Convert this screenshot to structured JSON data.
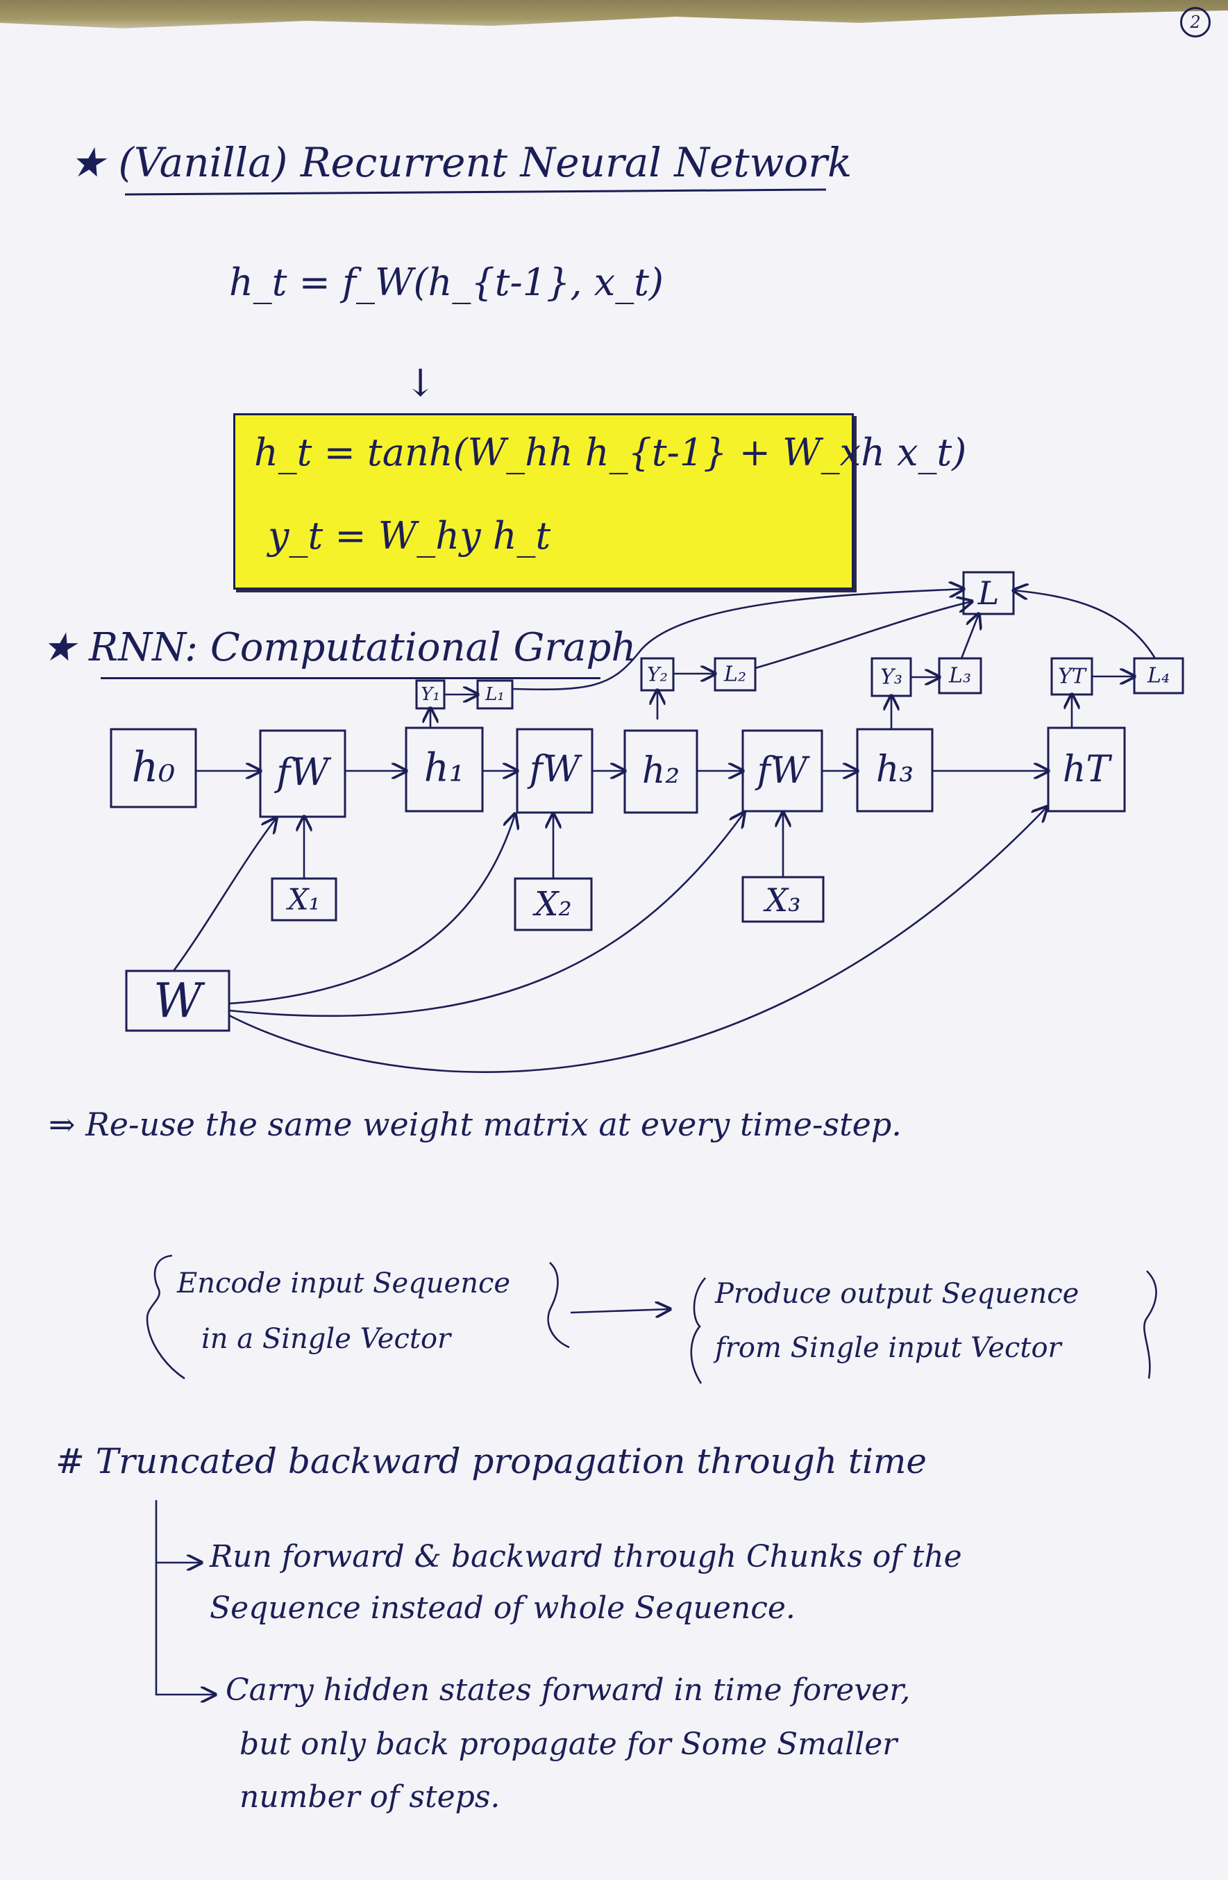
{
  "page_number": "2",
  "title": "★ (Vanilla) Recurrent Neural Network",
  "equations": {
    "general": "h_t = f_W(h_{t-1}, x_t)",
    "arrow": "↓",
    "hidden": "h_t = tanh(W_hh h_{t-1} + W_xh x_t)",
    "output": "y_t = W_hy h_t"
  },
  "graph_section_title": "★ RNN: Computational Graph",
  "graph": {
    "h0": "h₀",
    "fw": "fW",
    "h1": "h₁",
    "h2": "h₂",
    "h3": "h₃",
    "hT": "hT",
    "x1": "X₁",
    "x2": "X₂",
    "x3": "X₃",
    "y1": "Y₁",
    "y2": "Y₂",
    "y3": "Y₃",
    "yT": "YT",
    "l1": "L₁",
    "l2": "L₂",
    "l3": "L₃",
    "l4": "L₄",
    "loss": "L",
    "weights": "W"
  },
  "reuse_note": "⇒ Re-use the same weight matrix at every time-step.",
  "encoder": {
    "line1": "Encode input Sequence",
    "line2": "in a Single Vector"
  },
  "decoder": {
    "line1": "Produce output Sequence",
    "line2": "from Single input Vector"
  },
  "truncated_title": "# Truncated backward propagation through time",
  "truncated_points": [
    {
      "line1": "Run forward & backward through Chunks of the",
      "line2": "Sequence instead of whole Sequence."
    },
    {
      "line1": "Carry hidden states forward in time forever,",
      "line2": "but only back propagate for Some Smaller",
      "line3": "number of steps."
    }
  ]
}
